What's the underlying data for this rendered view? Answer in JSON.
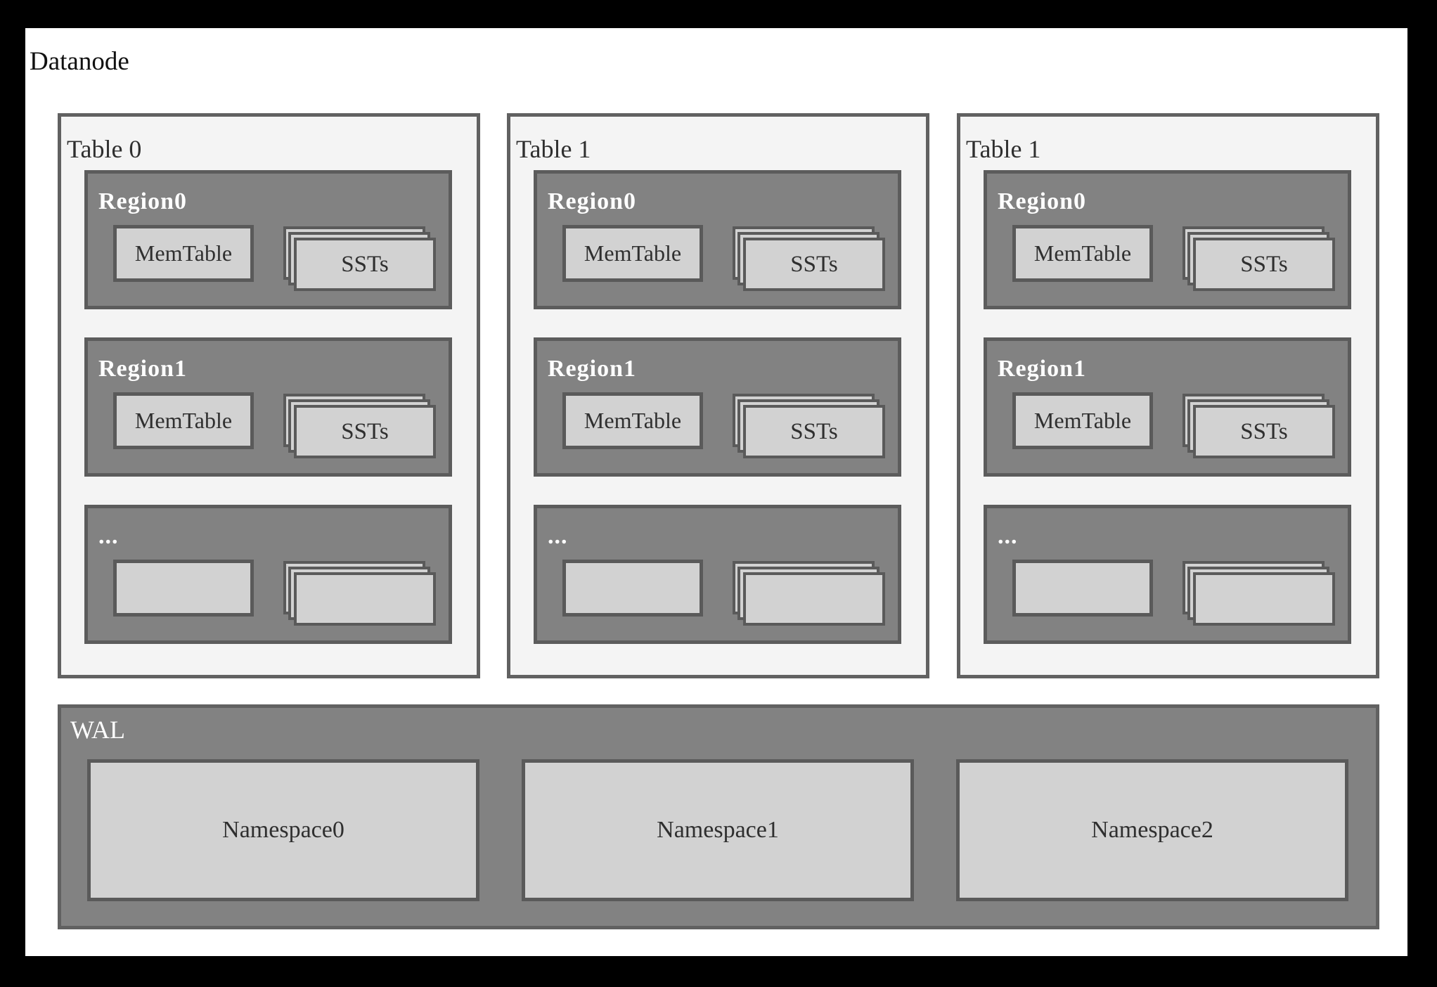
{
  "title": "Datanode",
  "tables": [
    {
      "label": "Table 0",
      "regions": [
        {
          "label": "Region0",
          "memtable_label": "MemTable",
          "ssts_label": "SSTs"
        },
        {
          "label": "Region1",
          "memtable_label": "MemTable",
          "ssts_label": "SSTs"
        },
        {
          "label": "...",
          "memtable_label": "",
          "ssts_label": ""
        }
      ]
    },
    {
      "label": "Table 1",
      "regions": [
        {
          "label": "Region0",
          "memtable_label": "MemTable",
          "ssts_label": "SSTs"
        },
        {
          "label": "Region1",
          "memtable_label": "MemTable",
          "ssts_label": "SSTs"
        },
        {
          "label": "...",
          "memtable_label": "",
          "ssts_label": ""
        }
      ]
    },
    {
      "label": "Table 1",
      "regions": [
        {
          "label": "Region0",
          "memtable_label": "MemTable",
          "ssts_label": "SSTs"
        },
        {
          "label": "Region1",
          "memtable_label": "MemTable",
          "ssts_label": "SSTs"
        },
        {
          "label": "...",
          "memtable_label": "",
          "ssts_label": ""
        }
      ]
    }
  ],
  "wal": {
    "label": "WAL",
    "namespaces": [
      {
        "label": "Namespace0"
      },
      {
        "label": "Namespace1"
      },
      {
        "label": "Namespace2"
      }
    ]
  },
  "colors": {
    "canvas": "#000000",
    "page": "#ffffff",
    "table_fill": "#f4f4f4",
    "region_fill": "#828282",
    "wal_fill": "#828282",
    "inner_box_fill": "#d2d2d2",
    "container_border": "#616161",
    "inner_box_border": "#5a5a5a",
    "dark_text": "#2f2f2f",
    "light_text": "#ffffff"
  }
}
